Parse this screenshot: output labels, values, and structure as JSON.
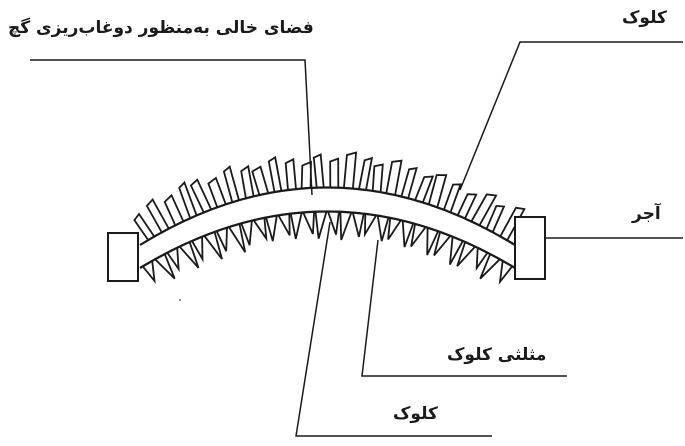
{
  "labels": {
    "gypsum_void": "فضای خالی به‌منظور دوغاب‌ریزی گچ",
    "top_kalouk": "کلوک",
    "brick": "آجر",
    "triangular_kalouk": "مثلثی کلوک",
    "bottom_kalouk": "کلوک"
  },
  "colors": {
    "stroke": "#1a1a1a",
    "background": "#ffffff"
  }
}
